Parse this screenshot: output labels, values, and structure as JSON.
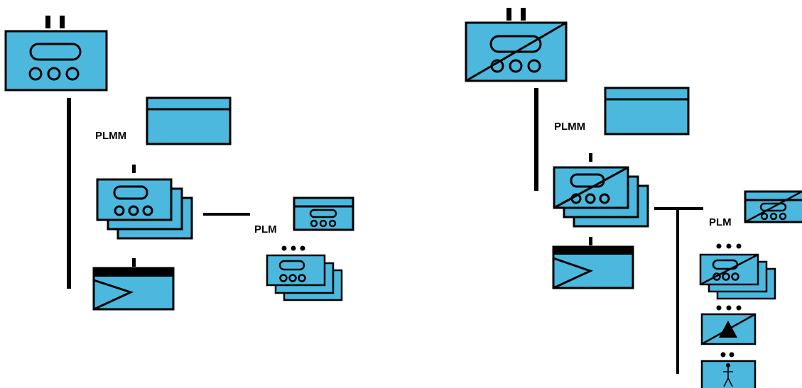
{
  "diagram": {
    "left": {
      "plmm_label": "PLMM",
      "plm_label": "PLM"
    },
    "right": {
      "plmm_label": "PLMM",
      "plm_label": "PLM"
    }
  },
  "colors": {
    "device_fill": "#4cb8de",
    "outline": "#000000",
    "background": "#ffffff"
  },
  "icons": [
    "controller-icon",
    "memory-module-icon",
    "stacked-module-icon",
    "output-module-icon",
    "warning-module-icon",
    "person-module-icon"
  ]
}
